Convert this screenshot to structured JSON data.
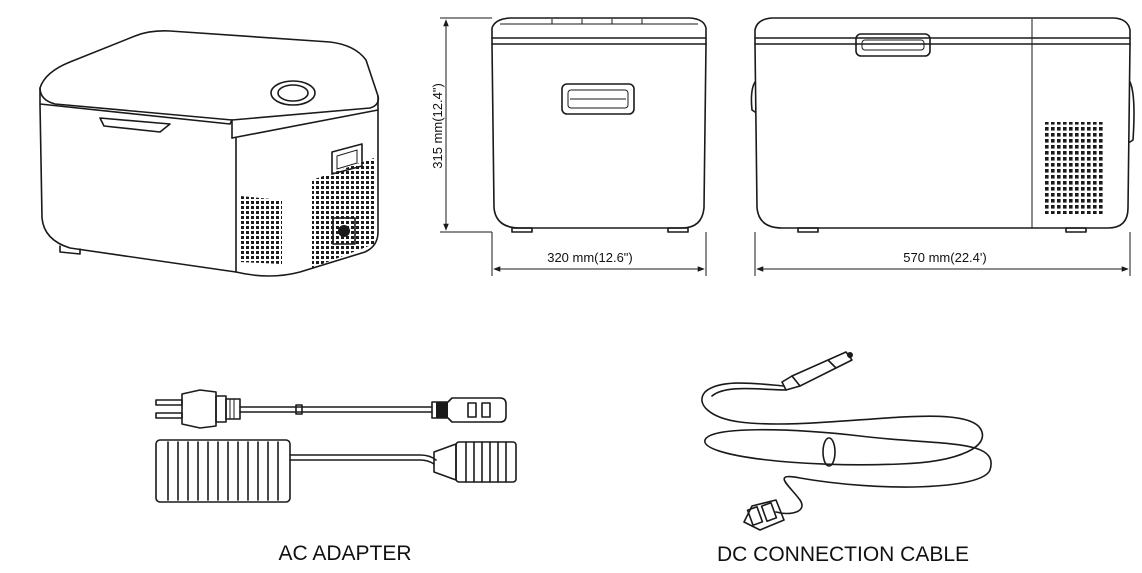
{
  "dimensions": {
    "height_label": "315 mm(12.4\")",
    "width_label": "320 mm(12.6\")",
    "length_label": "570 mm(22.4')"
  },
  "captions": {
    "ac_adapter": "AC ADAPTER",
    "dc_cable": "DC CONNECTION CABLE"
  }
}
